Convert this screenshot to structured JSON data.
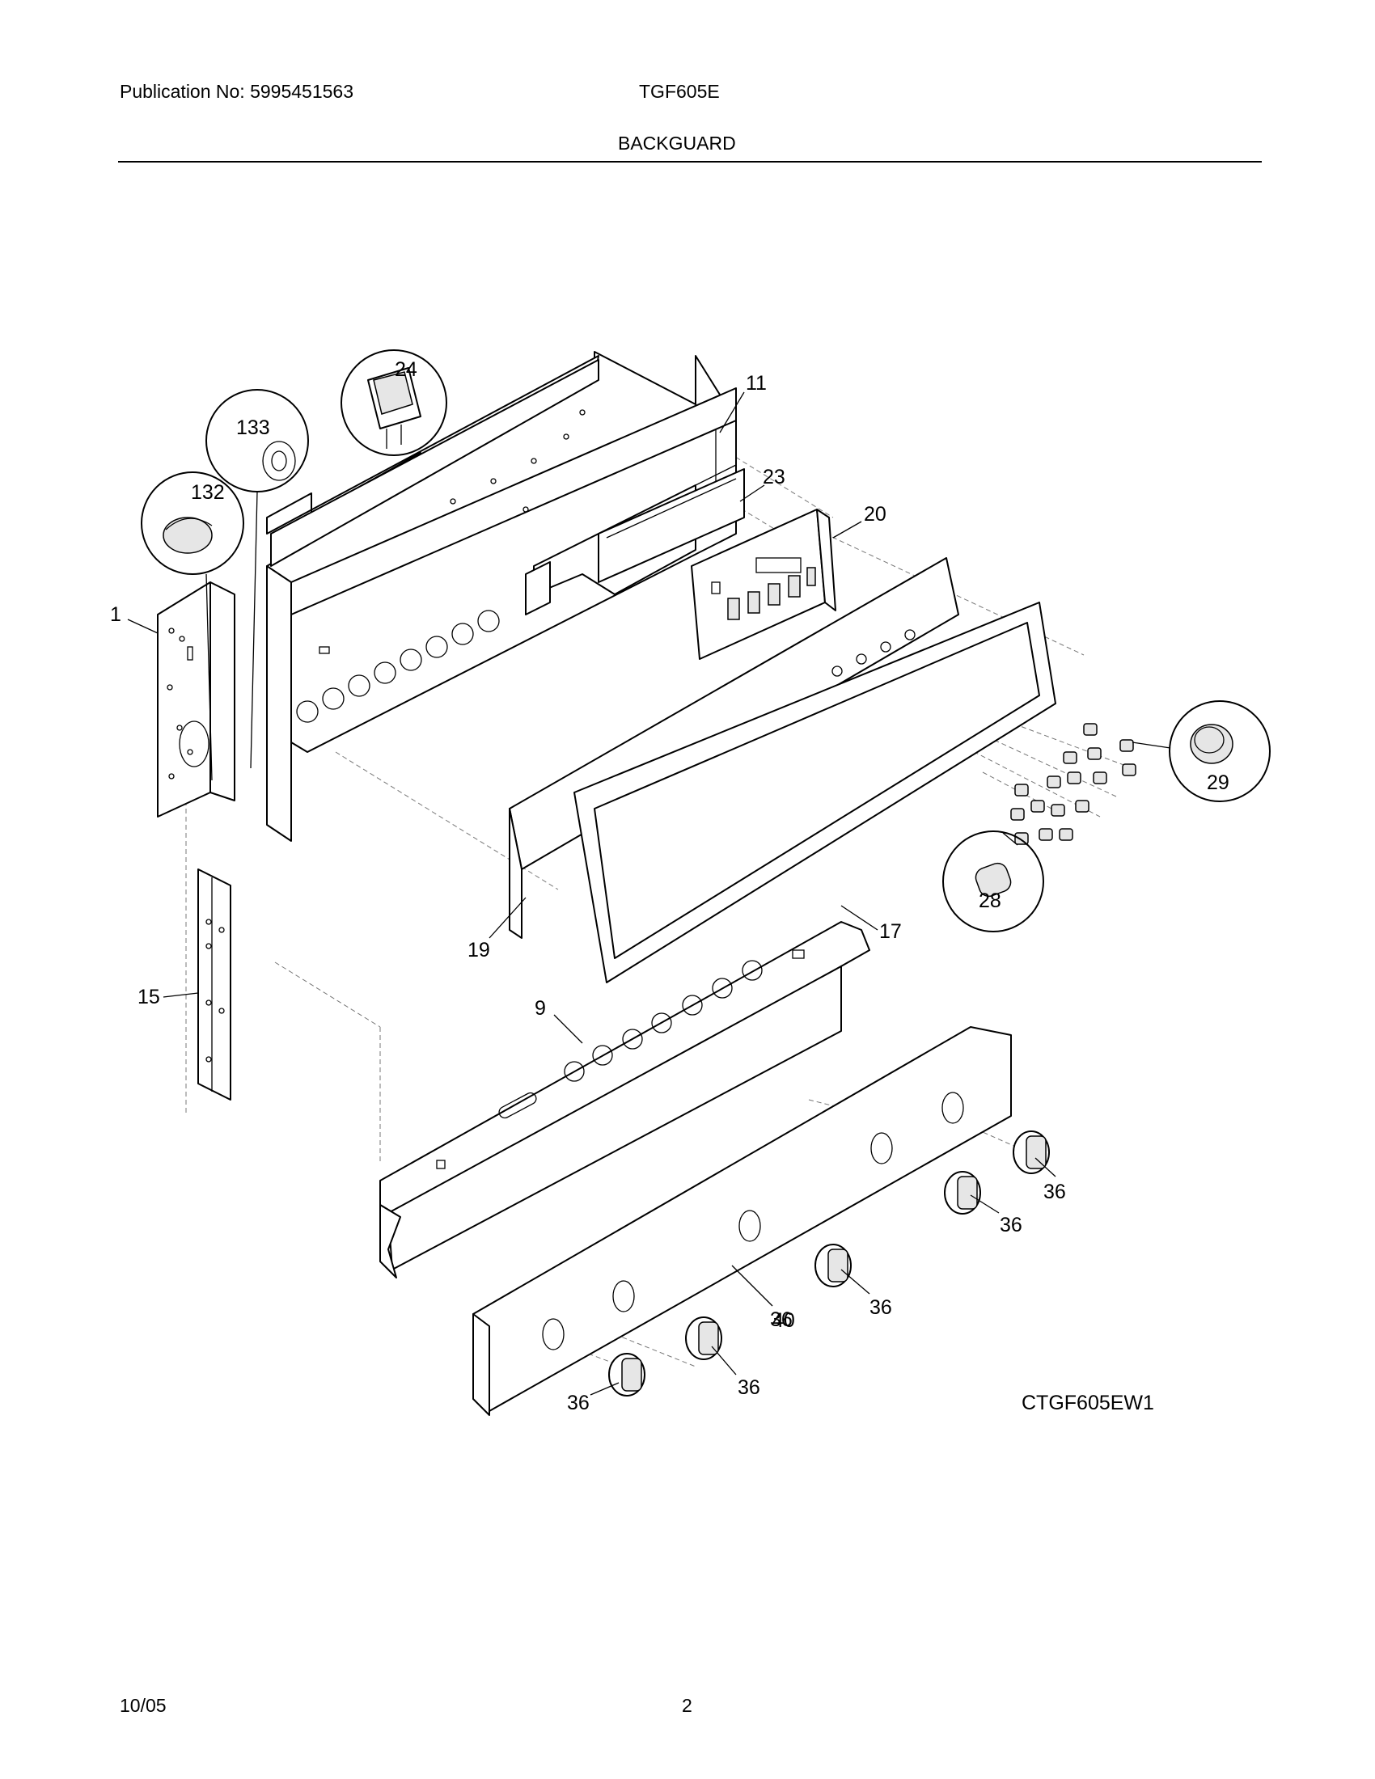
{
  "header": {
    "publication": "Publication No: 5995451563",
    "model": "TGF605E",
    "section_title": "BACKGUARD"
  },
  "diagram": {
    "drawing_code": "CTGF605EW1",
    "callouts": [
      "1",
      "9",
      "11",
      "15",
      "17",
      "19",
      "20",
      "23",
      "24",
      "28",
      "29",
      "36",
      "36",
      "36",
      "36",
      "36",
      "36",
      "40",
      "132",
      "133"
    ]
  },
  "footer": {
    "date": "10/05",
    "page": "2"
  }
}
